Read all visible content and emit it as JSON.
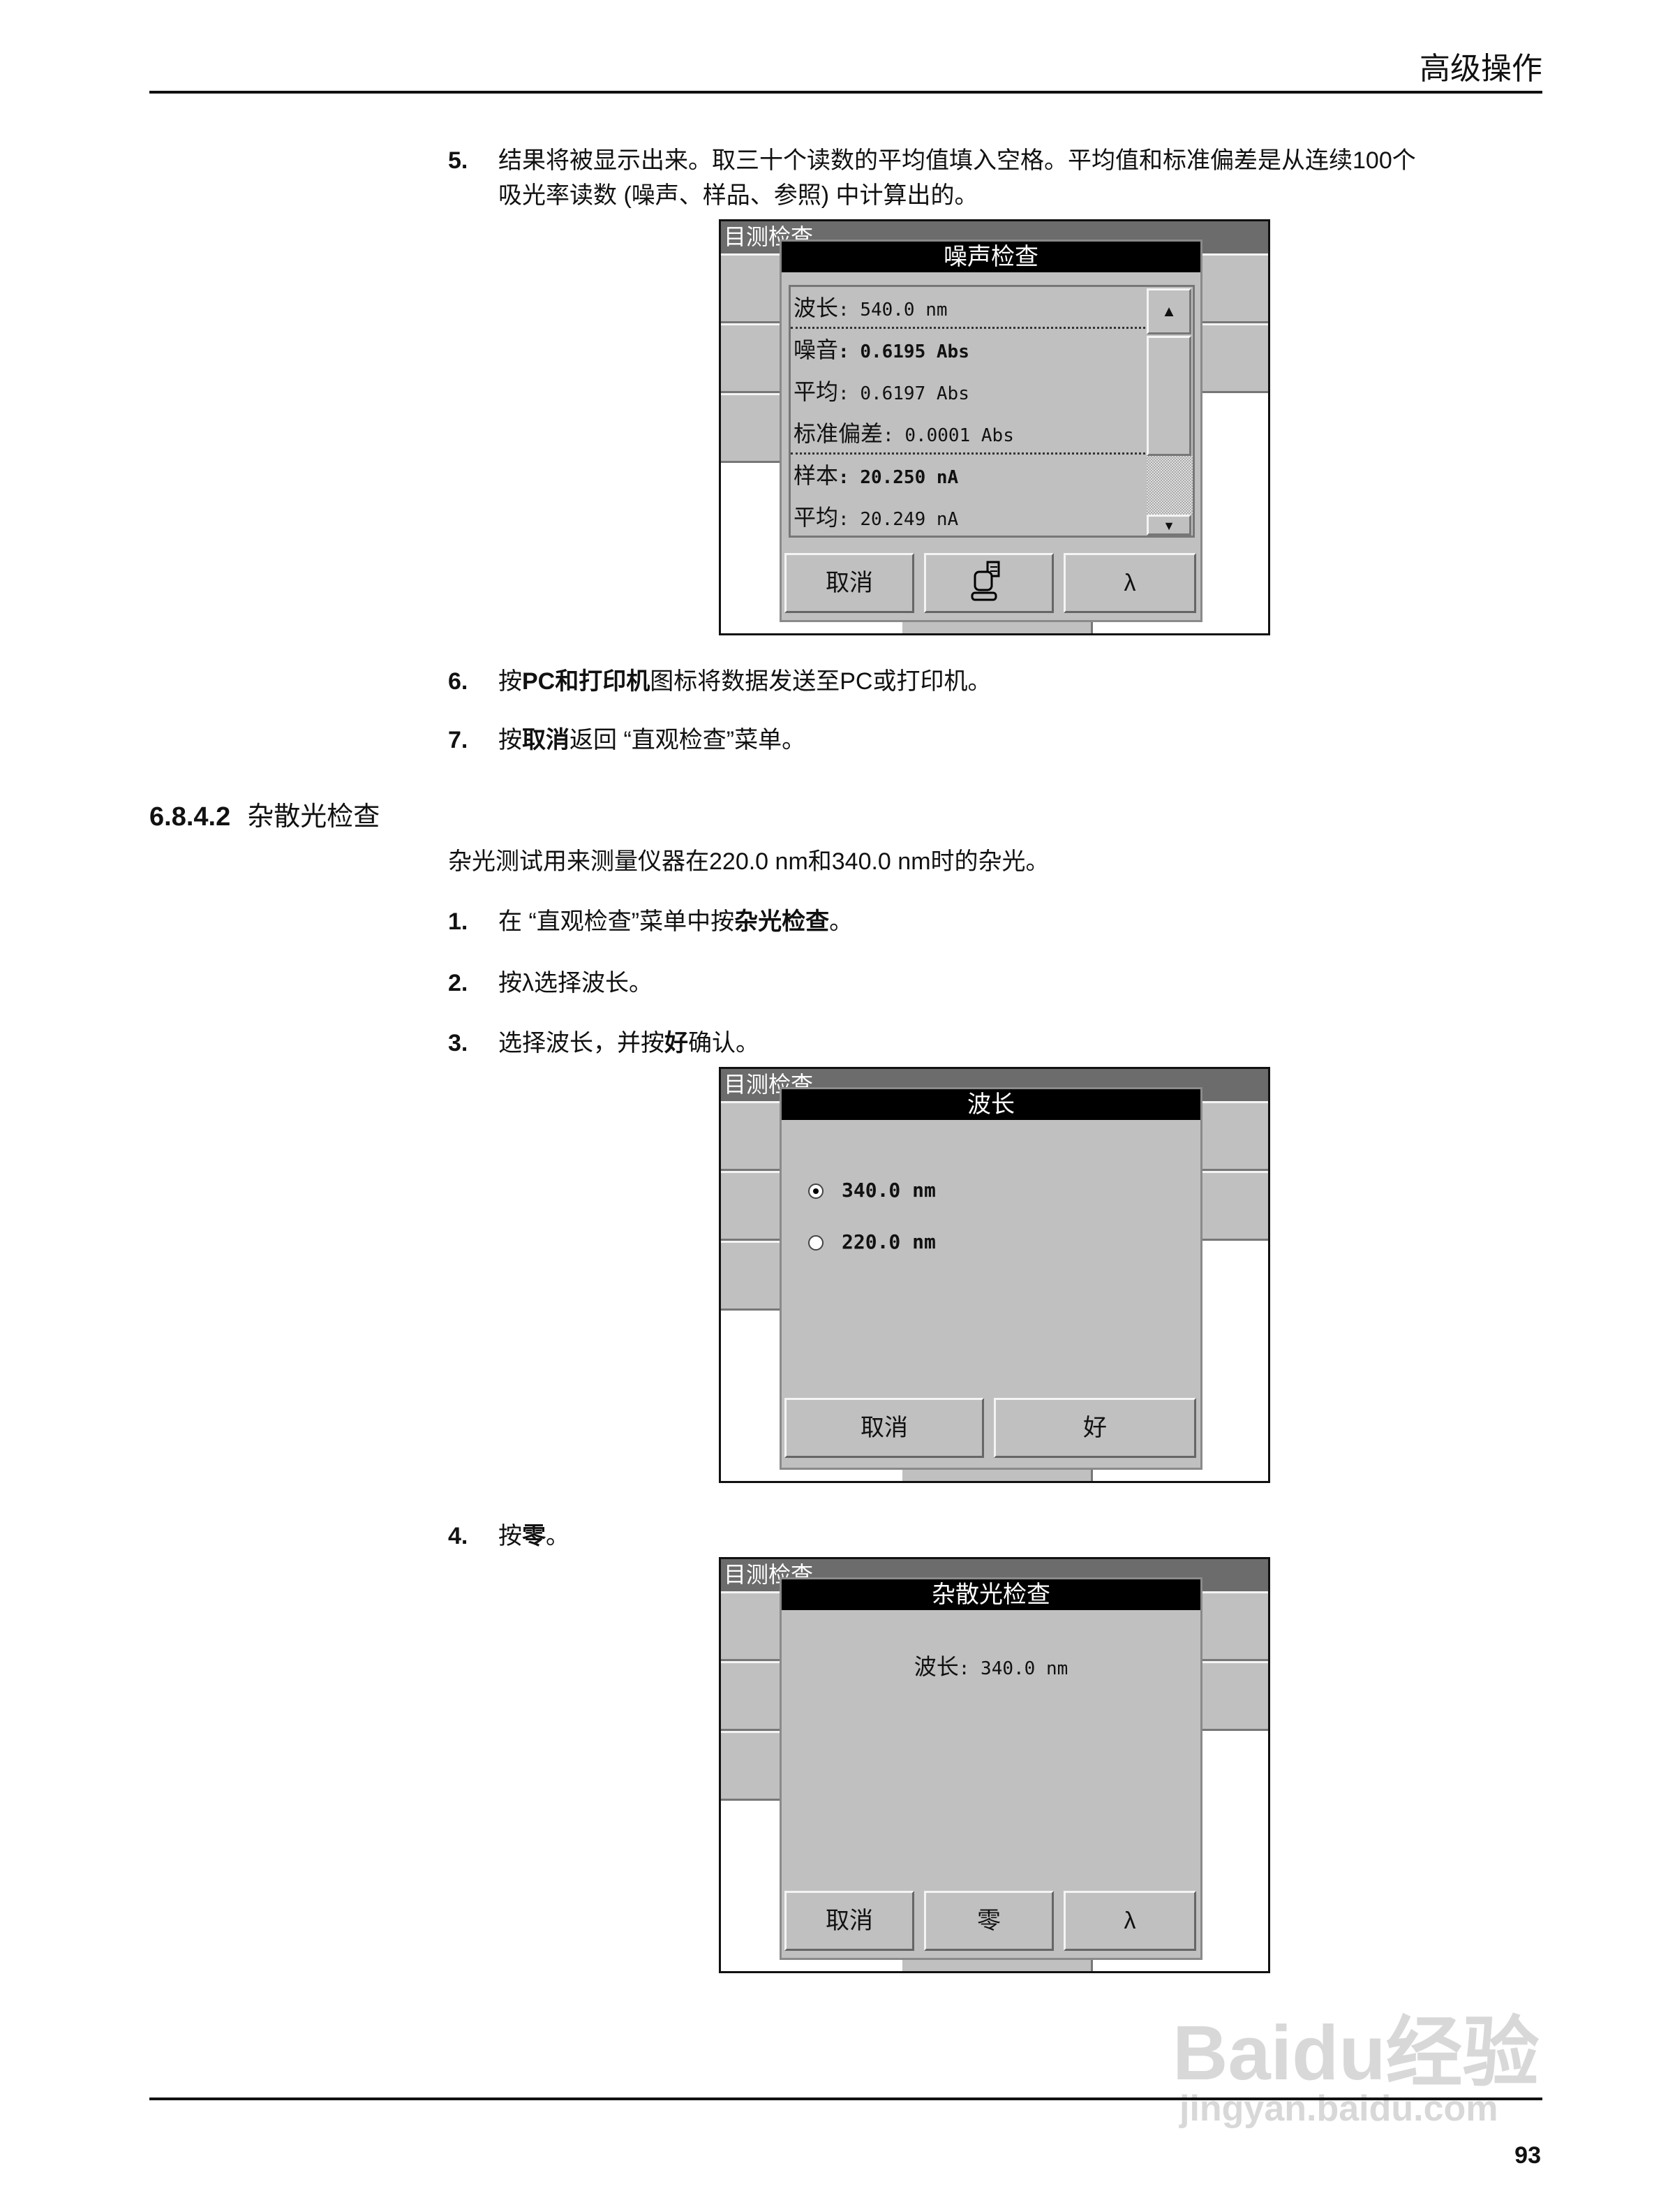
{
  "header": {
    "section_title": "高级操作"
  },
  "steps_top": [
    {
      "num": "5.",
      "line1": "结果将被显示出来。取三十个读数的平均值填入空格。平均值和标准偏差是从连续100个",
      "line2": "吸光率读数 (噪声、样品、参照) 中计算出的。"
    },
    {
      "num": "6.",
      "pre": "按",
      "bold": "PC和打印机",
      "post": "图标将数据发送至PC或打印机。"
    },
    {
      "num": "7.",
      "pre": "按",
      "bold": "取消",
      "post": "返回 “直观检查”菜单。"
    }
  ],
  "section": {
    "number": "6.8.4.2",
    "title": "杂散光检查",
    "intro": "杂光测试用来测量仪器在220.0 nm和340.0 nm时的杂光。"
  },
  "steps_bottom": [
    {
      "num": "1.",
      "pre": "在 “直观检查”菜单中按",
      "bold": "杂光检查",
      "post": "。"
    },
    {
      "num": "2.",
      "pre": "按λ选择波长。",
      "bold": "",
      "post": ""
    },
    {
      "num": "3.",
      "pre": "选择波长，并按",
      "bold": "好",
      "post": "确认。"
    },
    {
      "num": "4.",
      "pre": "按",
      "bold": "零",
      "post": "。"
    }
  ],
  "screen1": {
    "bg_title": "目测检查",
    "dialog_title": "噪声检查",
    "rows": [
      {
        "label": "波长",
        "value": ": 540.0 nm"
      },
      {
        "label": "噪音",
        "value": ": 0.6195 Abs"
      },
      {
        "label": "平均",
        "value": ": 0.6197 Abs"
      },
      {
        "label": "标准偏差",
        "value": ": 0.0001 Abs"
      },
      {
        "label": "样本",
        "value": ": 20.250 nA"
      },
      {
        "label": "平均",
        "value": ": 20.249 nA"
      }
    ],
    "scroll_up": "▲",
    "scroll_down": "▼",
    "buttons": {
      "cancel": "取消",
      "pc_printer_icon": "pc-printer-icon",
      "lambda": "λ"
    }
  },
  "screen2": {
    "bg_title": "目测检查",
    "dialog_title": "波长",
    "options": [
      {
        "label": "340.0 nm",
        "selected": true
      },
      {
        "label": "220.0 nm",
        "selected": false
      }
    ],
    "buttons": {
      "cancel": "取消",
      "ok": "好"
    }
  },
  "screen3": {
    "bg_title": "目测检查",
    "dialog_title": "杂散光检查",
    "wavelength_label": "波长",
    "wavelength_value": ": 340.0 nm",
    "buttons": {
      "cancel": "取消",
      "zero": "零",
      "lambda": "λ"
    }
  },
  "footer": {
    "page_number": "93"
  },
  "watermark": {
    "logo": "Baidu经验",
    "url": "jingyan.baidu.com"
  }
}
